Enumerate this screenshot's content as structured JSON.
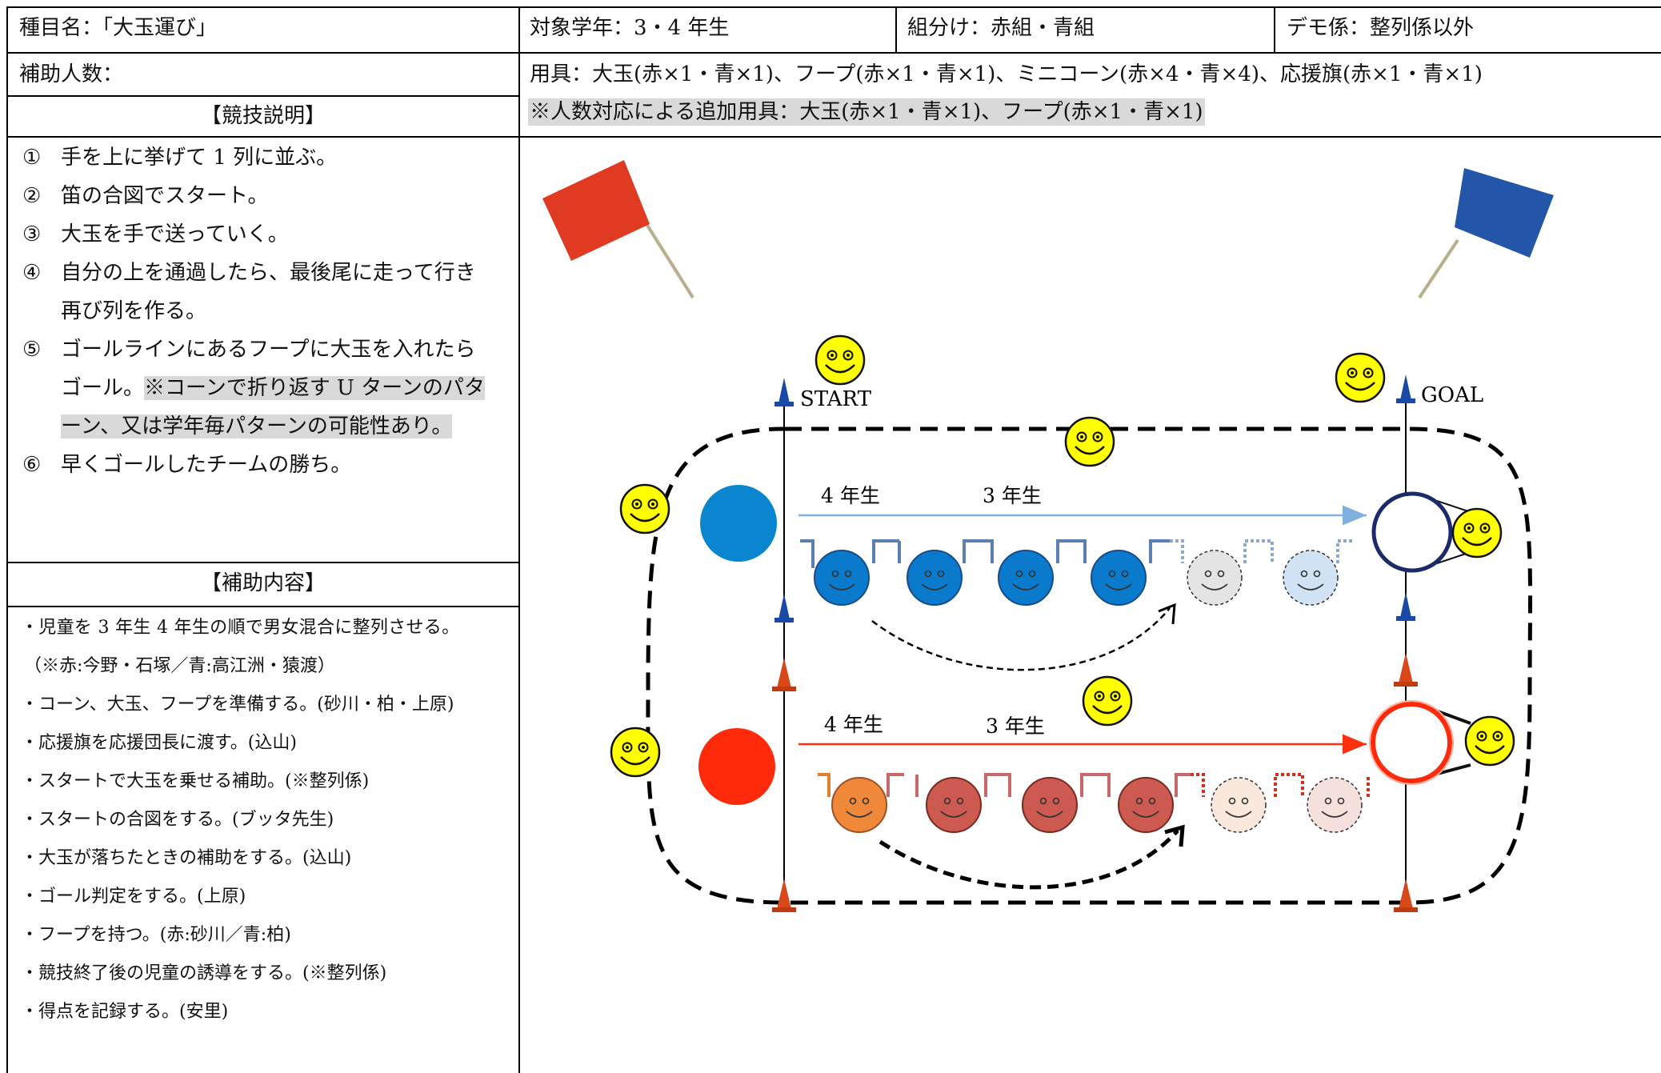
{
  "header": {
    "event_name": "種目名：「大玉運び」",
    "target_grade": "対象学年：3・4 年生",
    "teams": "組分け：赤組・青組",
    "demo": "デモ係：整列係以外",
    "helpers_count": "補助人数：",
    "equipment": "用具：大玉(赤×1・青×1)、フープ(赤×1・青×1)、ミニコーン(赤×4・青×4)、応援旗(赤×1・青×1)",
    "extra_equipment": "※人数対応による追加用具：大玉(赤×1・青×1)、フープ(赤×1・青×1)"
  },
  "explanation": {
    "heading": "【競技説明】",
    "steps": [
      {
        "num": "①",
        "text": "手を上に挙げて 1 列に並ぶ。"
      },
      {
        "num": "②",
        "text": "笛の合図でスタート。"
      },
      {
        "num": "③",
        "text": "大玉を手で送っていく。"
      },
      {
        "num": "④",
        "line1": "自分の上を通過したら、最後尾に走って行き",
        "line2": "再び列を作る。"
      },
      {
        "num": "⑤",
        "line1": "ゴールラインにあるフープに大玉を入れたら",
        "line2a": "ゴール。",
        "line2b": "※コーンで折り返す U ターンのパタ",
        "line3": "ーン、又は学年毎パターンの可能性あり。"
      },
      {
        "num": "⑥",
        "text": "早くゴールしたチームの勝ち。"
      }
    ]
  },
  "assist": {
    "heading": "【補助内容】",
    "items": [
      "・児童を 3 年生 4 年生の順で男女混合に整列させる。",
      "（※赤:今野・石塚／青:高江洲・猿渡）",
      "・コーン、大玉、フープを準備する。(砂川・柏・上原)",
      "・応援旗を応援団長に渡す。(込山)",
      "・スタートで大玉を乗せる補助。(※整列係)",
      "・スタートの合図をする。(ブッタ先生)",
      "・大玉が落ちたときの補助をする。(込山)",
      "・ゴール判定をする。(上原)",
      "・フープを持つ。(赤:砂川／青:柏)",
      "・競技終了後の児童の誘導をする。(※整列係)",
      "・得点を記録する。(安里)"
    ]
  },
  "diagram": {
    "start_label": "START",
    "goal_label": "GOAL",
    "blue_grade4": "4 年生",
    "blue_grade3": "3 年生",
    "red_grade4": "4 年生",
    "red_grade3": "3 年生",
    "colors": {
      "red_team": "#ff2a0a",
      "blue_team": "#0a85d0",
      "flag_red": "#e03a22",
      "flag_blue": "#2355a8",
      "smiley": "#ffff00",
      "cone_blue": "#1a4aa8",
      "cone_red": "#d84818"
    }
  }
}
